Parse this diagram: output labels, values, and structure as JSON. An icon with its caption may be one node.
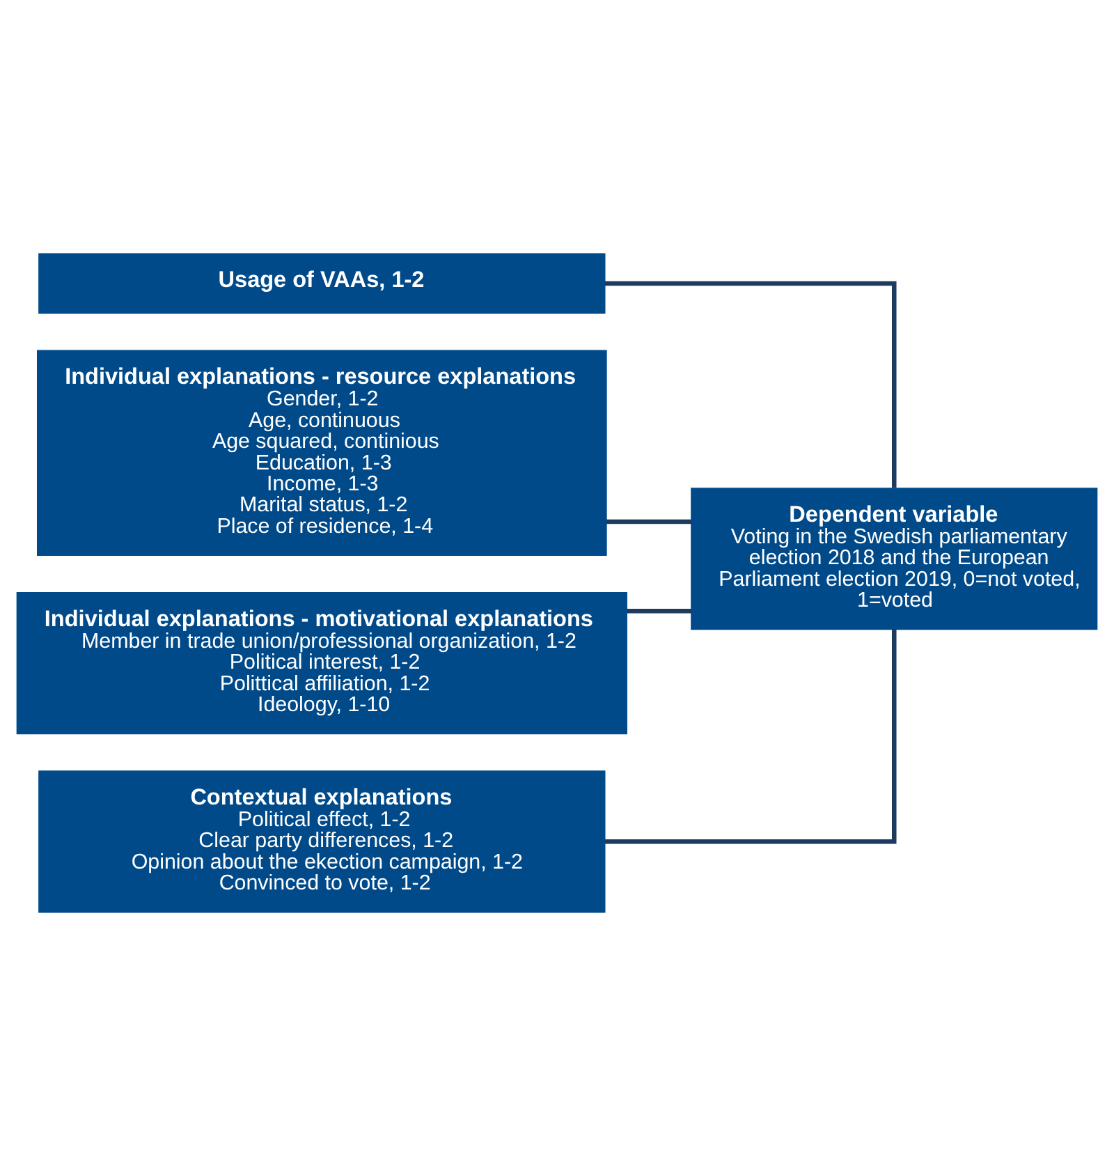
{
  "diagram": {
    "nodes": [
      {
        "text": [
          "Usage of VAAs, 1-2"
        ]
      },
      {
        "text": [
          "Individual explanations - resource explanations",
          "Gender, 1-2",
          "Age, continuous",
          "Age squared, continious",
          "Education, 1-3",
          "Income, 1-3",
          "Marital status, 1-2",
          "Place of residence, 1-4"
        ]
      },
      {
        "text": [
          "Individual explanations - motivational explanations",
          "Member in trade union/professional organization, 1-2",
          "Political interest, 1-2",
          "Polittical affiliation, 1-2",
          "Ideology, 1-10"
        ]
      },
      {
        "text": [
          "Contextual explanations",
          "Political effect, 1-2",
          "Clear party differences, 1-2",
          "Opinion about the ekection campaign, 1-2",
          "Convinced to vote, 1-2"
        ]
      },
      {
        "text": [
          "Dependent variable",
          "Voting in the Swedish parliamentary election 2018 and the European Parliament election 2019, 0=not voted, 1=voted"
        ]
      }
    ],
    "edges": [
      {
        "from": 0,
        "to": 4,
        "arrow": "none"
      },
      {
        "from": 1,
        "to": 4,
        "arrow": "none"
      },
      {
        "from": 2,
        "to": 4,
        "arrow": "none"
      },
      {
        "from": 3,
        "to": 4,
        "arrow": "none"
      }
    ]
  }
}
